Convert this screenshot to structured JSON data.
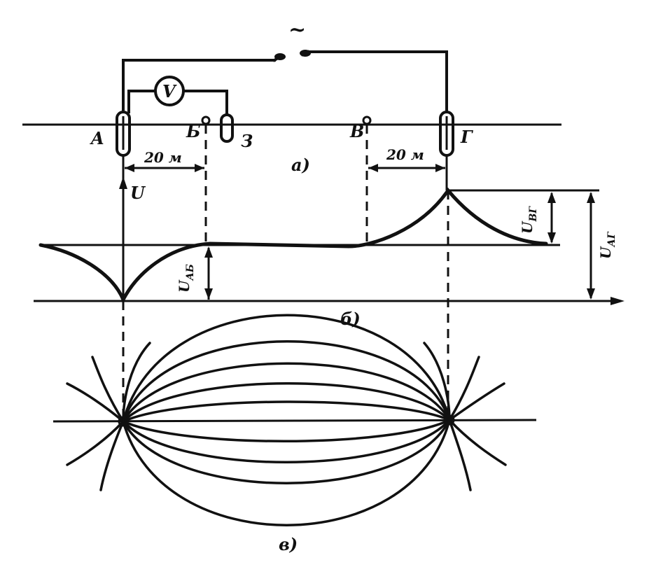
{
  "source_symbol": "~",
  "voltmeter": "V",
  "electrodes": {
    "a": "A",
    "b": "Б",
    "z": "З",
    "v": "В",
    "g": "Г"
  },
  "dimensions": {
    "left": "20 м",
    "right": "20 м"
  },
  "voltages": {
    "u": "U",
    "uab": "U",
    "uab_sub": "АБ",
    "uvg": "U",
    "uvg_sub": "ВГ",
    "uag": "U",
    "uag_sub": "АГ"
  },
  "panels": {
    "a": "а)",
    "b": "б)",
    "v": "в)"
  }
}
